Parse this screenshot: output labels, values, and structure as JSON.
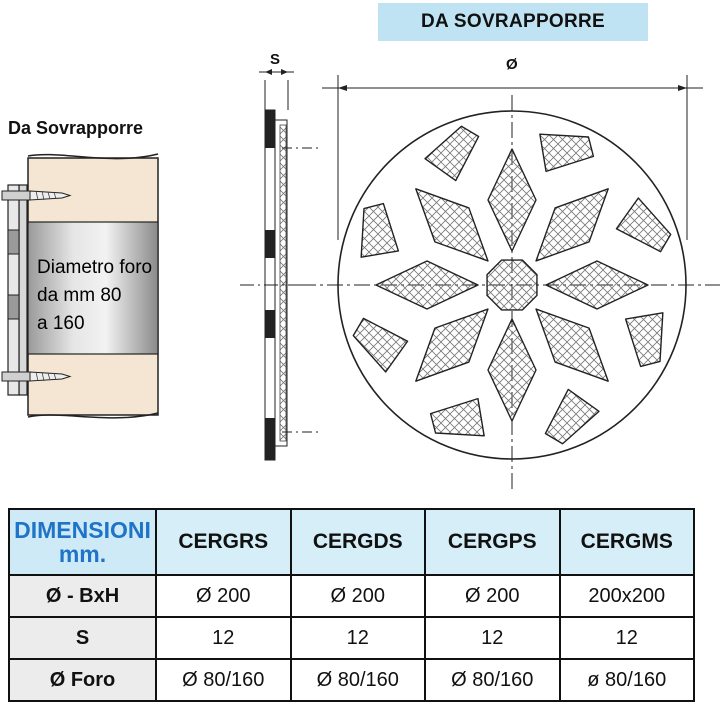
{
  "header": {
    "title": "DA SOVRAPPORRE"
  },
  "left_diagram": {
    "label": "Da Sovrapporre",
    "wall_text": [
      "Diametro foro",
      "da mm 80",
      "a 160"
    ]
  },
  "dimensions": {
    "s_label": "S",
    "diameter_label": "Ø"
  },
  "table": {
    "corner": [
      "DIMENSIONI",
      "mm."
    ],
    "columns": [
      "CERGRS",
      "CERGDS",
      "CERGPS",
      "CERGMS"
    ],
    "rows": [
      {
        "label": "Ø - BxH",
        "values": [
          "Ø 200",
          "Ø 200",
          "Ø 200",
          "200x200"
        ]
      },
      {
        "label": "S",
        "values": [
          "12",
          "12",
          "12",
          "12"
        ]
      },
      {
        "label": "Ø Foro",
        "values": [
          "Ø 80/160",
          "Ø 80/160",
          "Ø 80/160",
          "ø 80/160"
        ]
      }
    ]
  },
  "colors": {
    "header_bg": "#bfe3f3",
    "corner_text": "#1f74c8",
    "wall": "#f5e6d3"
  }
}
